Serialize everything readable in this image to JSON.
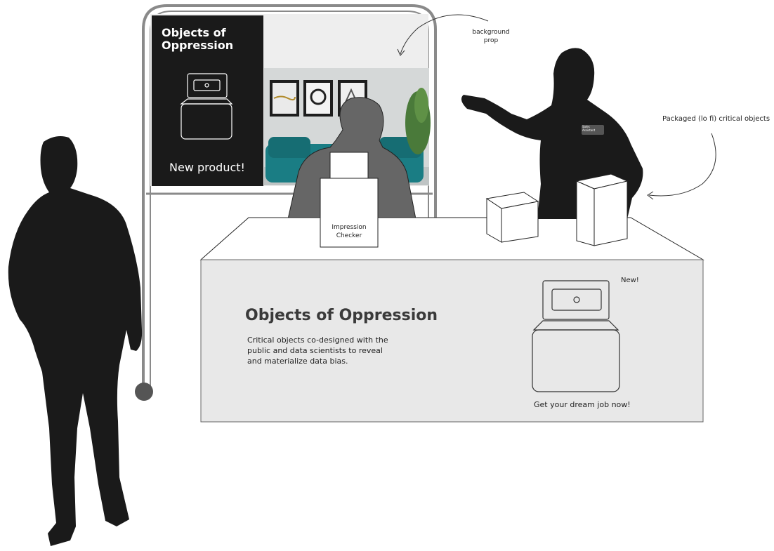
{
  "sign": {
    "title_lines": [
      "Objects of",
      "Oppression"
    ],
    "subtitle": "New product!"
  },
  "annotations": {
    "background_prop": [
      "background",
      "prop"
    ],
    "packaged_objects": "Packaged (lo fi) critical objects"
  },
  "impression_box": {
    "label_lines": [
      "Impression",
      "Checker"
    ]
  },
  "badge": {
    "label_lines": [
      "Sales",
      "Assistant"
    ]
  },
  "counter": {
    "title": "Objects of Oppression",
    "description": "Critical objects co-designed with the public and data scientists to reveal and materialize data bias.",
    "new_label": "New!",
    "cta": "Get your dream job now!"
  },
  "colors": {
    "silhouette": "#1a1a1a",
    "seated_figure": "#666666",
    "counter_front": "#e8e8e8",
    "sign_panel": "#1a1a1a",
    "sofa": "#1a7d84",
    "wall": "#d5d8d8",
    "plant": "#4a7a3a"
  }
}
